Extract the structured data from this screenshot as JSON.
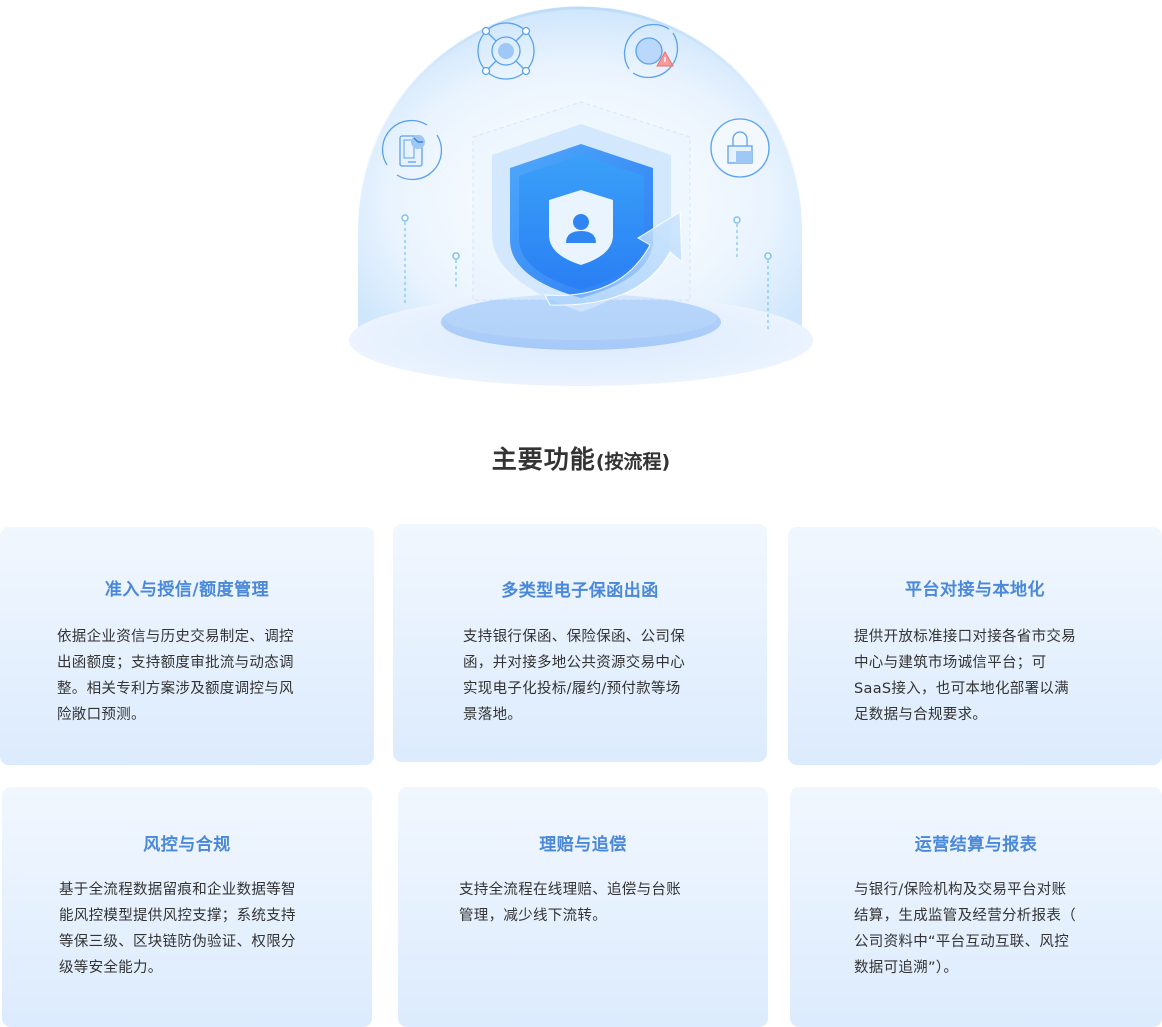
{
  "hero": {
    "illustration": "security-shield-dome",
    "icons": [
      "network-nodes-icon",
      "risk-alert-cycle-icon",
      "document-clock-cycle-icon",
      "padlock-icon",
      "user-shield-icon",
      "upward-arrow-icon"
    ],
    "colors": {
      "primary": "#3b8ef5",
      "light": "#cfe4fd",
      "alert": "#f27070"
    }
  },
  "section": {
    "title": "主要功能",
    "subtitle": "(按流程)"
  },
  "features": [
    {
      "title": "准入与授信/额度管理",
      "lines": [
        "依据企业资信与历史交易制定、调控",
        "出函额度；支持额度审批流与动态调",
        "整。相关专利方案涉及额度调控与风",
        "险敞口预测。"
      ]
    },
    {
      "title": "多类型电子保函出函",
      "lines": [
        "支持银行保函、保险保函、公司保",
        "函，并对接多地公共资源交易中心",
        "实现电子化投标/履约/预付款等场",
        "景落地。"
      ]
    },
    {
      "title": "平台对接与本地化",
      "lines": [
        "提供开放标准接口对接各省市交易",
        "中心与建筑市场诚信平台；可",
        "SaaS接入，也可本地化部署以满",
        "足数据与合规要求。"
      ]
    },
    {
      "title": "风控与合规",
      "lines": [
        "基于全流程数据留痕和企业数据等智",
        "能风控模型提供风控支撑；系统支持",
        "等保三级、区块链防伪验证、权限分",
        "级等安全能力。"
      ]
    },
    {
      "title": "理赔与追偿",
      "lines": [
        "支持全流程在线理赔、追偿与台账",
        "管理，减少线下流转。"
      ]
    },
    {
      "title": "运营结算与报表",
      "lines": [
        "与银行/保险机构及交易平台对账",
        "结算，生成监管及经营分析报表（",
        "公司资料中“平台互动互联、风控",
        "数据可追溯”）。"
      ]
    }
  ]
}
